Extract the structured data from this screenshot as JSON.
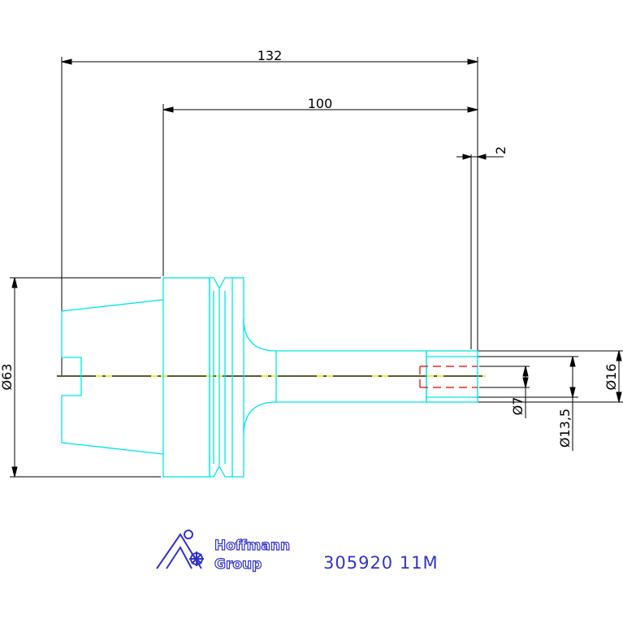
{
  "colors": {
    "dimension": "#000000",
    "part": "#00e6e6",
    "centerline": "#e6e600",
    "hidden": "#e60000",
    "brand": "#3333cc"
  },
  "dimensions": {
    "overall_length": "132",
    "gauge_length": "100",
    "tip_offset": "2",
    "flange_diameter": "Ø63",
    "shank_diameter": "Ø16",
    "pilot_diameter": "Ø13,5",
    "bore_diameter": "Ø7"
  },
  "brand": {
    "line1": "Hoffmann",
    "line2": "Group",
    "logo_icon": "hoffmann-group-logo-icon"
  },
  "part_number": "305920  11M"
}
